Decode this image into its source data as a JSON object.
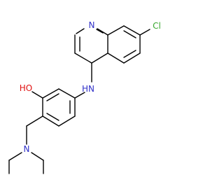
{
  "molecule": {
    "atoms": {
      "chlorine": {
        "symbol": "Cl",
        "color": "#3aa82f"
      },
      "quinoline_nitrogen": {
        "symbol": "N",
        "color": "#3030c8"
      },
      "amine_nitrogen": {
        "symbol": "H​N",
        "color": "#3030c8"
      },
      "hydroxyl": {
        "symbol": "HO",
        "color": "#e01010"
      },
      "diethylamino_nitrogen": {
        "symbol": "N",
        "color": "#3030c8"
      }
    },
    "bond_color": "#000000"
  }
}
